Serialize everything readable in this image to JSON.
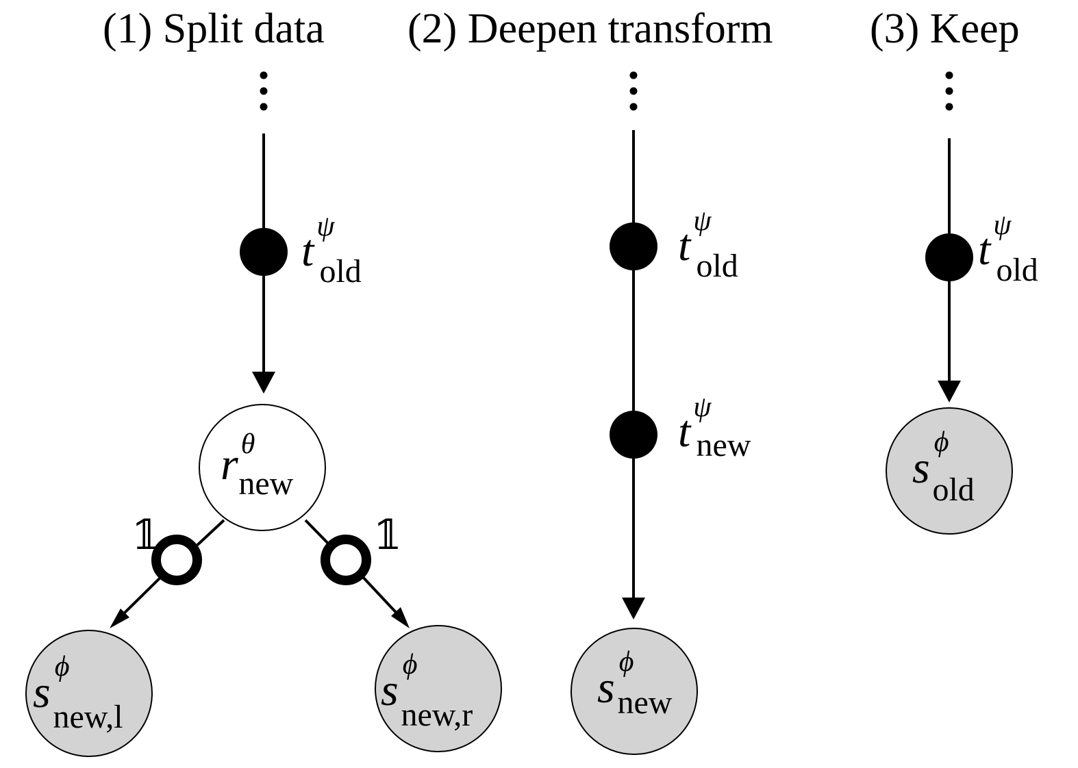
{
  "titles": {
    "split": "(1) Split data",
    "deepen": "(2) Deepen transform",
    "keep": "(3) Keep"
  },
  "continuation_marker": "⋮",
  "indicator_label": "𝟙",
  "symbols": {
    "t": "t",
    "r": "r",
    "s": "s",
    "psi": "ψ",
    "theta": "θ",
    "phi": "ϕ",
    "old": "old",
    "new": "new",
    "new_l": "new,l",
    "new_r": "new,r"
  },
  "colors": {
    "transform_node": "#000000",
    "router_node": "#ffffff",
    "leaf_node": "#d3d3d3",
    "edge": "#000000"
  }
}
